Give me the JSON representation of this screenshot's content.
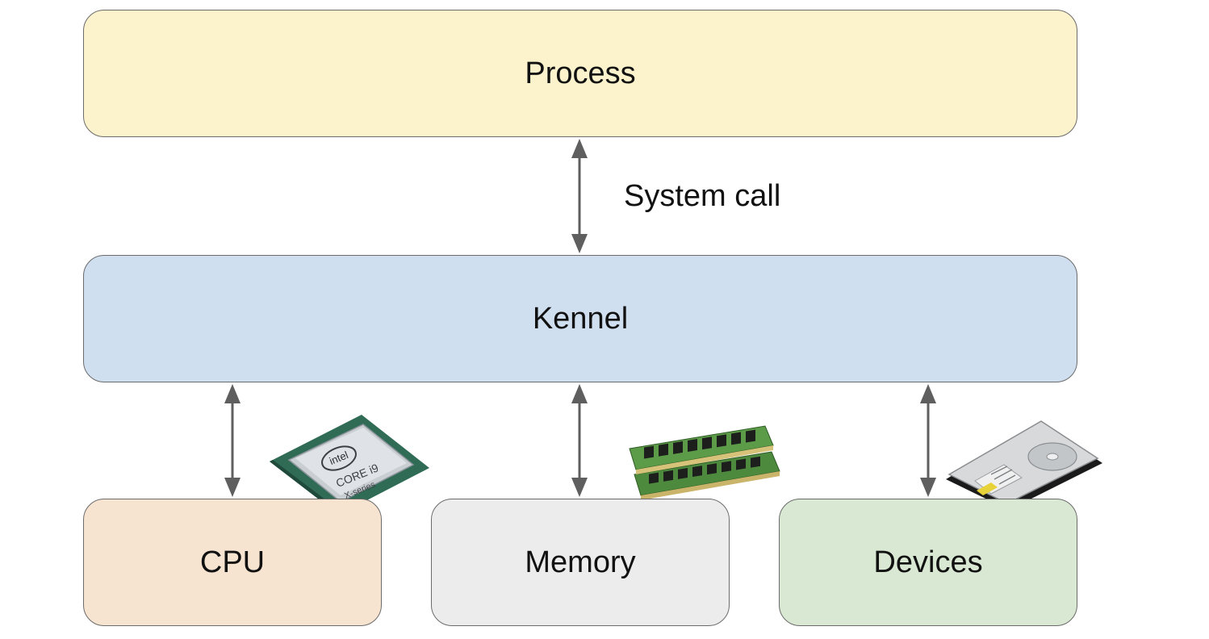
{
  "diagram": {
    "process": {
      "label": "Process",
      "fill": "#fcf2cc"
    },
    "kernel": {
      "label": "Kennel",
      "fill": "#cfdff0"
    },
    "syscall": {
      "label": "System call"
    },
    "hardware": {
      "cpu": {
        "label": "CPU",
        "fill": "#f6e3d0",
        "illustration": "intel-core-i9-chip-icon",
        "chip_text": [
          "intel",
          "CORE i9",
          "X-series"
        ]
      },
      "memory": {
        "label": "Memory",
        "fill": "#ececec",
        "illustration": "ram-modules-icon"
      },
      "devices": {
        "label": "Devices",
        "fill": "#d9e8d2",
        "illustration": "hard-disk-drive-icon"
      }
    },
    "arrow_color": "#5f5f5f",
    "border_color": "#6b6b6b"
  }
}
